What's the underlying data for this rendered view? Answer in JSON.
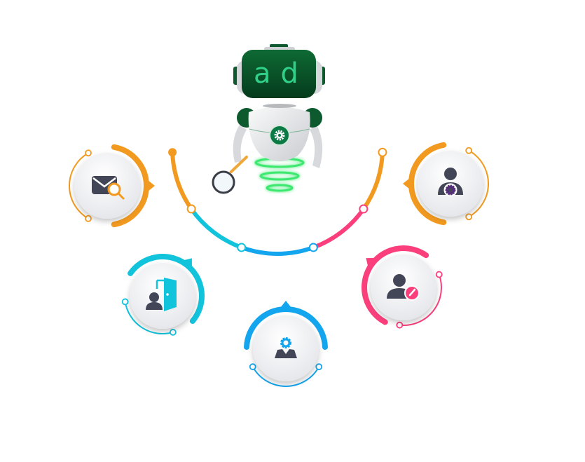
{
  "robot": {
    "face_text": "ad",
    "face_color": "#0b5a2c",
    "glow_color": "#3ee86f"
  },
  "colors": {
    "orange": "#f29a1f",
    "cyan": "#12c3dc",
    "blue": "#13a5ee",
    "pink": "#fb3f7d",
    "icon_dark": "#434657",
    "disc_light": "#f6f6f8"
  },
  "nodes": [
    {
      "id": "mail-search",
      "icon": "mail-search-icon",
      "color": "#f29a1f"
    },
    {
      "id": "user-settings",
      "icon": "user-gear-icon",
      "color": "#f29a1f"
    },
    {
      "id": "user-exit",
      "icon": "user-door-icon",
      "color": "#12c3dc"
    },
    {
      "id": "user-config",
      "icon": "user-cog-icon",
      "color": "#13a5ee"
    },
    {
      "id": "user-speed",
      "icon": "user-gauge-icon",
      "color": "#fb3f7d"
    }
  ]
}
